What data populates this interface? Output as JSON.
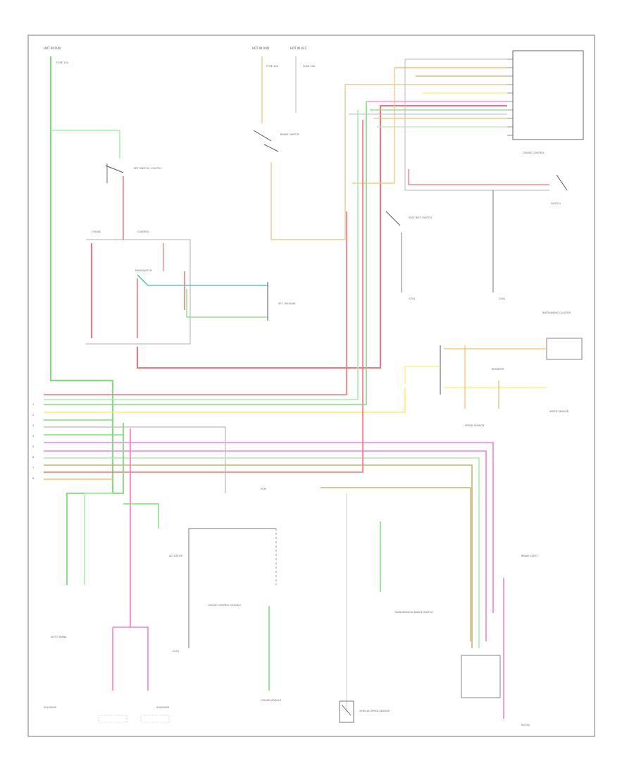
{
  "diagram": {
    "footer_code": "",
    "labels": {
      "hot_run_l": "HOT IN RUN",
      "fuse_l": "FUSE 15A",
      "hot_run_m": "HOT IN RUN",
      "fuse_m": "FUSE 10A",
      "hot_acc": "HOT IN ACC",
      "fuse_r": "FUSE 15A",
      "clutch_switch": "SET SWITCH / CLUTCH",
      "brake_switch": "BRAKE SWITCH",
      "cruise_top_l": "CRUISE",
      "cruise_top_r": "CONTROL",
      "main_switch": "MAIN SWITCH",
      "combo_switch": "CRUISE CONTROL",
      "set_resume": "SET / RESUME",
      "seat_belt_sw": "SEAT BELT SWITCH",
      "ground_left": "G201",
      "ground_right": "G401",
      "instrument_cluster": "INSTRUMENT CLUSTER",
      "warning_switch": "SWITCH",
      "resistor": "RESISTOR",
      "speed_sensor_top": "SPEED SENSOR",
      "speed_sensor_bot": "SPEED SENSOR",
      "pcm_top": "PCM",
      "auto_trans": "AUTO TRANS",
      "ecm_module": "CRUISE CONTROL MODULE",
      "actuator": "ACTUATOR",
      "solenoid_l": "SOLENOID",
      "solenoid_r": "SOLENOID",
      "trans_range": "TRANSMISSION RANGE SWITCH",
      "vehicle_speed": "VEHICLE SPEED SENSOR",
      "ground_bottom": "G101",
      "cruise_module": "CRUISE MODULE",
      "notes": "NOTES",
      "brake_light": "BRAKE LIGHT"
    },
    "wire_colors": {
      "green": "#7be07b",
      "lt_green": "#a6f0a6",
      "red": "#ff6f7a",
      "pink": "#ff7fd0",
      "yellow": "#ffee66",
      "orange": "#ffbe6a",
      "olive": "#c9b36a",
      "tan": "#e8cf92",
      "teal": "#3fbfa0",
      "grey": "#b8b8b8",
      "dark": "#444444"
    }
  }
}
